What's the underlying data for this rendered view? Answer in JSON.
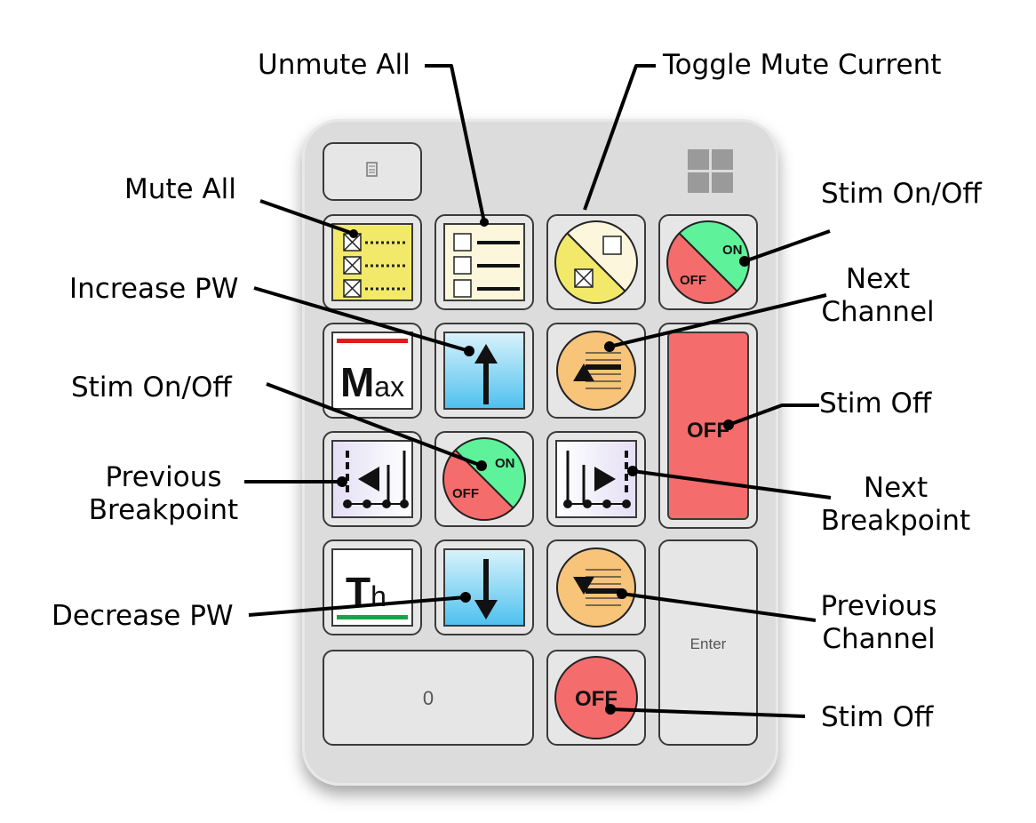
{
  "labels": {
    "unmute_all": "Unmute All",
    "toggle_mute_current": "Toggle Mute Current",
    "mute_all": "Mute All",
    "stim_on_off_right": "Stim On/Off",
    "increase_pw": "Increase PW",
    "next_channel": "Next\nChannel",
    "stim_on_off_left": "Stim On/Off",
    "stim_off_right": "Stim Off",
    "previous_breakpoint": "Previous\nBreakpoint",
    "next_breakpoint": "Next\nBreakpoint",
    "decrease_pw": "Decrease PW",
    "previous_channel": "Previous\nChannel",
    "stim_off_bottom": "Stim Off"
  },
  "keys": {
    "on": "ON",
    "off": "OFF",
    "max_big": "M",
    "max_small": "ax",
    "th_big": "T",
    "th_small": "h",
    "zero": "0",
    "enter": "Enter"
  },
  "colors": {
    "yellow": "#f2e96b",
    "green": "#5ef29a",
    "red": "#f56c6c",
    "blue_top": "#d8f2fb",
    "blue_bottom": "#4fc1ef",
    "orange": "#f7c47a",
    "lavender": "#e4dff5"
  }
}
